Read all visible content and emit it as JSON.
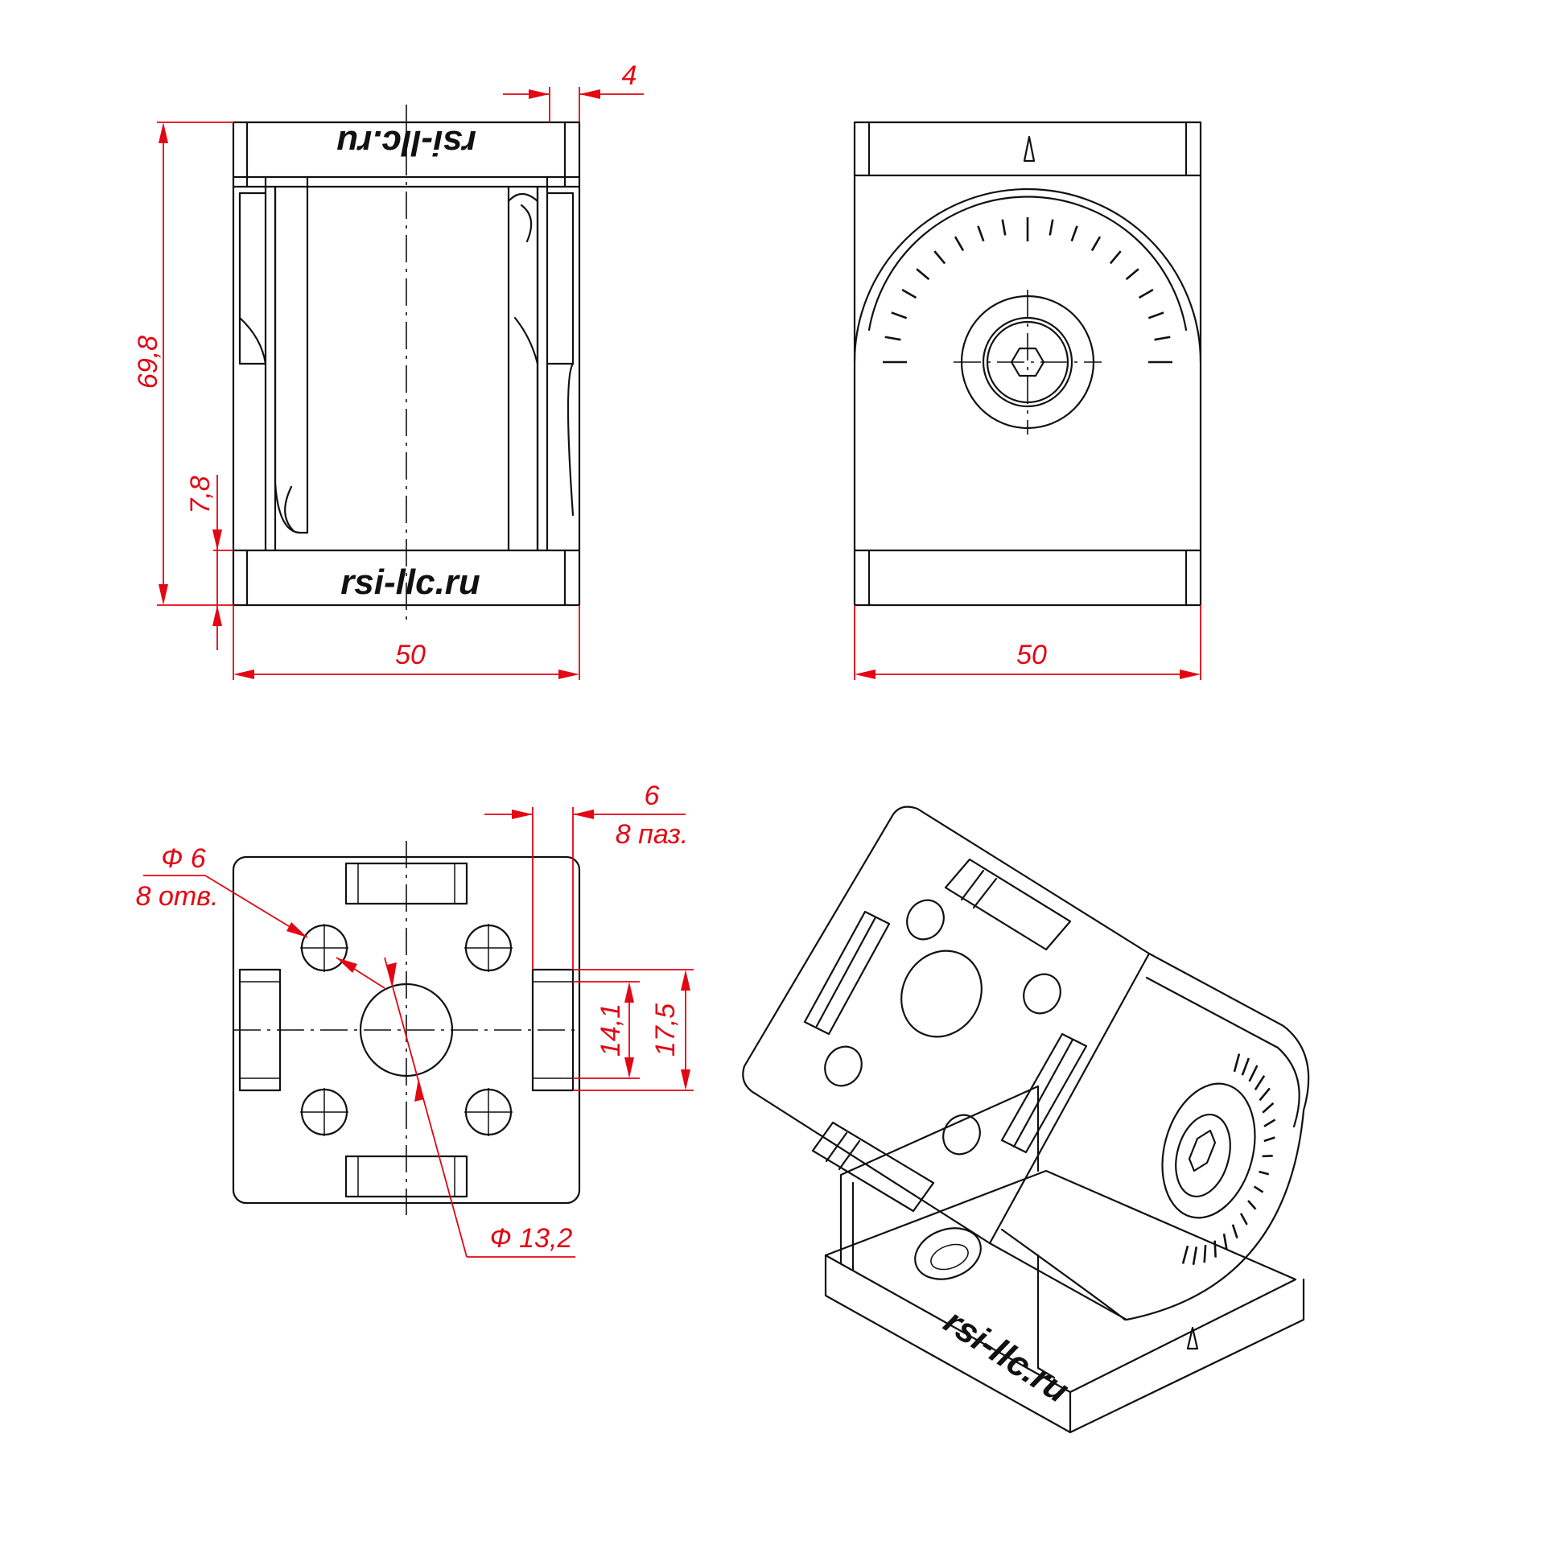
{
  "brand": "rsi-llc.ru",
  "dimensions": {
    "height": "69,8",
    "base_thickness": "7,8",
    "width_front": "50",
    "width_side": "50",
    "slot_offset": "4",
    "slot_width": "6",
    "slot_count": "8 паз.",
    "hole_diameter": "Ф 6",
    "hole_count": "8 отв.",
    "center_hole_diameter": "Ф 13,2",
    "slot_inner": "14,1",
    "slot_outer": "17,5"
  },
  "colors": {
    "outline": "#111111",
    "dimension": "#e30613"
  }
}
